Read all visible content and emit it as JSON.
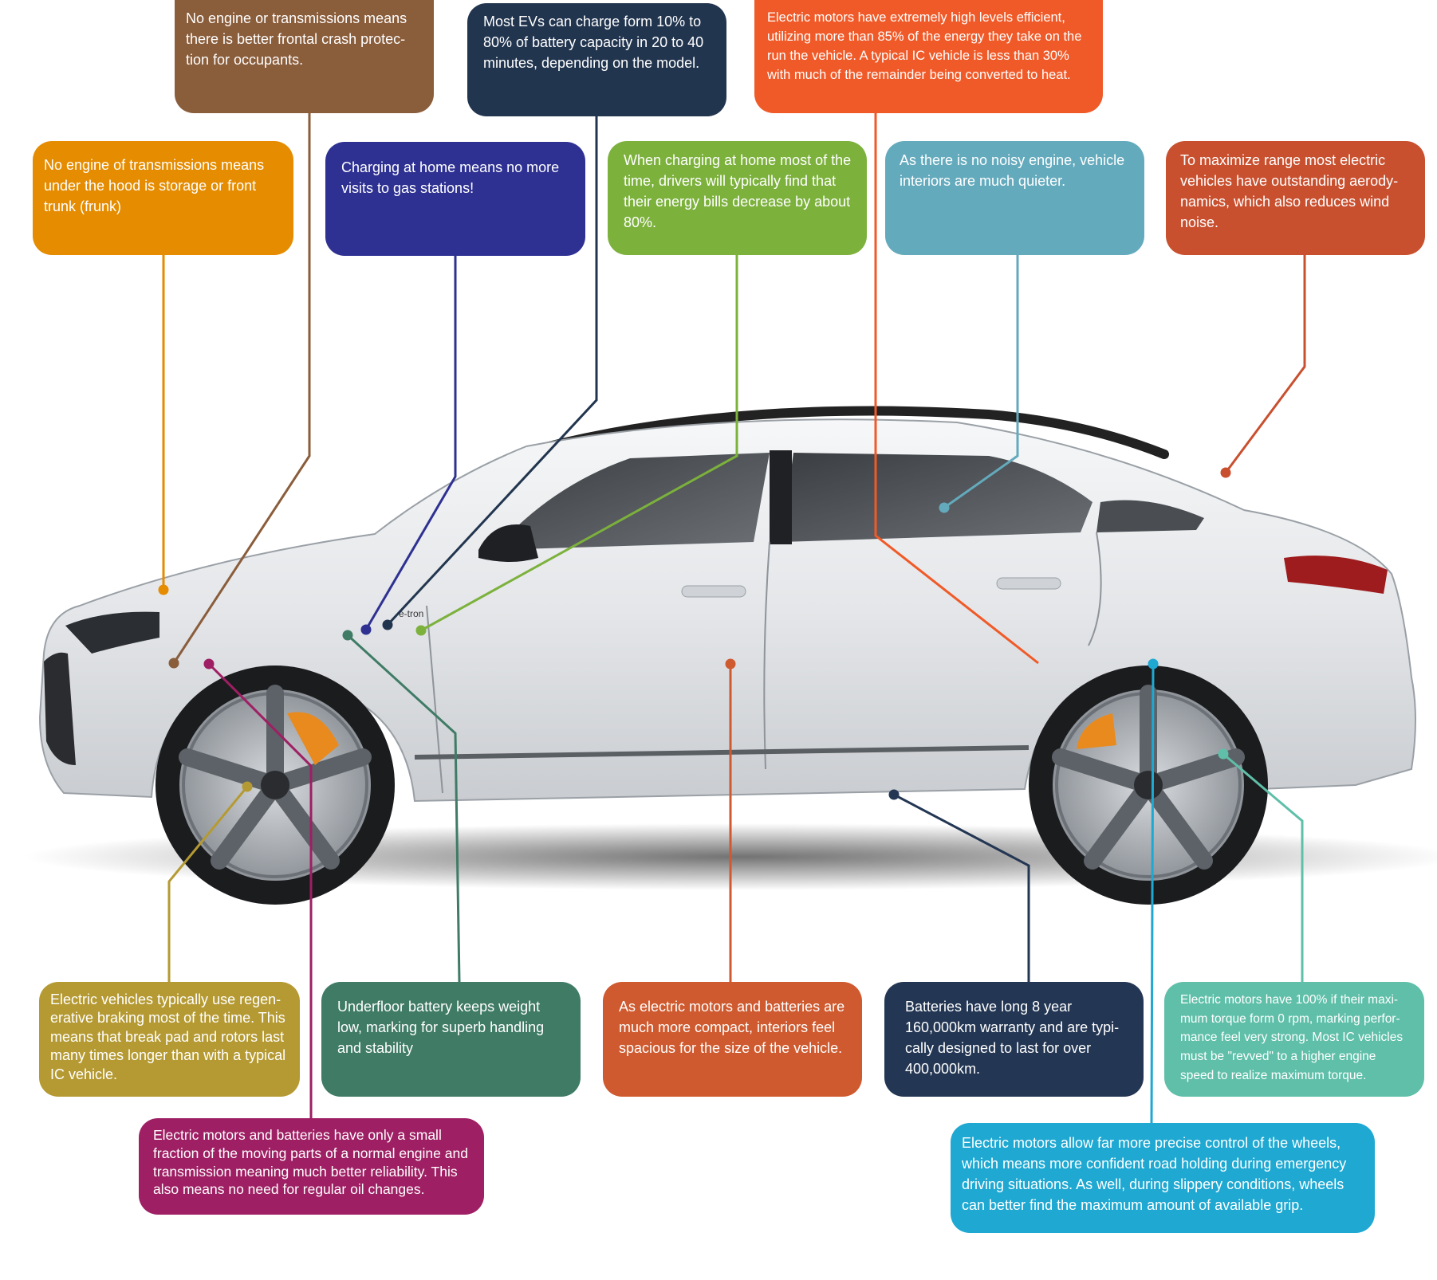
{
  "colors": {
    "brown": "#8a5d3b",
    "navy": "#22354f",
    "orange_red": "#f05a28",
    "amber": "#e58c00",
    "indigo": "#2e3192",
    "green": "#7cb13c",
    "sky": "#64aabd",
    "rust": "#c9502f",
    "olive": "#b59a33",
    "teal_green": "#3f7b65",
    "terracotta": "#cf5a2f",
    "dark_navy": "#233653",
    "seafoam": "#5fbfa9",
    "magenta": "#9e1f63",
    "cyan": "#1ea8d2"
  },
  "callouts": {
    "frontal_crash": "No engine or transmissions means there is better frontal crash protec-tion for occupants.",
    "charge_time": "Most EVs can charge form 10% to 80% of battery capacity in 20 to 40 minutes, depending on the model.",
    "motor_efficiency": "Electric motors have extremely high levels efficient, utilizing more than 85% of the energy they take on the run the vehicle. A typical IC vehicle is less than 30% with much of the remainder being converted to heat.",
    "frunk": "No engine of transmissions means under the hood is storage or front trunk (frunk)",
    "home_charging": "Charging at home means no more visits to gas stations!",
    "energy_bills": "When charging at home most of the time, drivers will typically find that their energy bills decrease by about 80%.",
    "quiet": "As there is no noisy engine, vehicle interiors are much quieter.",
    "aerodynamics": "To maximize range most electric vehicles have outstanding aerody-namics, which also reduces wind noise.",
    "regen_braking": "Electric vehicles typically use regen-erative braking  most of the time. This means that break pad and rotors last many times longer than with a typical IC vehicle.",
    "underfloor_battery": "Underfloor battery keeps weight low, marking for superb handling and stability",
    "spacious": "As electric motors and batteries are much more compact, interiors feel spacious for the size of the vehicle.",
    "battery_warranty": "Batteries have long 8 year 160,000km warranty and are typi-cally designed to last for over 400,000km.",
    "torque": "Electric motors have 100% if their maxi-mum torque form 0 rpm, marking perfor-mance feel very strong. Most IC vehicles must be \"revved\" to a higher engine speed to realize maximum torque.",
    "reliability": "Electric motors and batteries have only a small fraction of the moving parts of a normal engine and transmission meaning much better reliability. This also means no need for regular oil changes.",
    "wheel_control": "Electric motors allow far more precise control of the wheels, which means more confident road holding during emergency driving situations. As well, during slippery conditions, wheels can better find the maximum amount of available grip."
  },
  "car": {
    "badge_text": "e-tron"
  }
}
